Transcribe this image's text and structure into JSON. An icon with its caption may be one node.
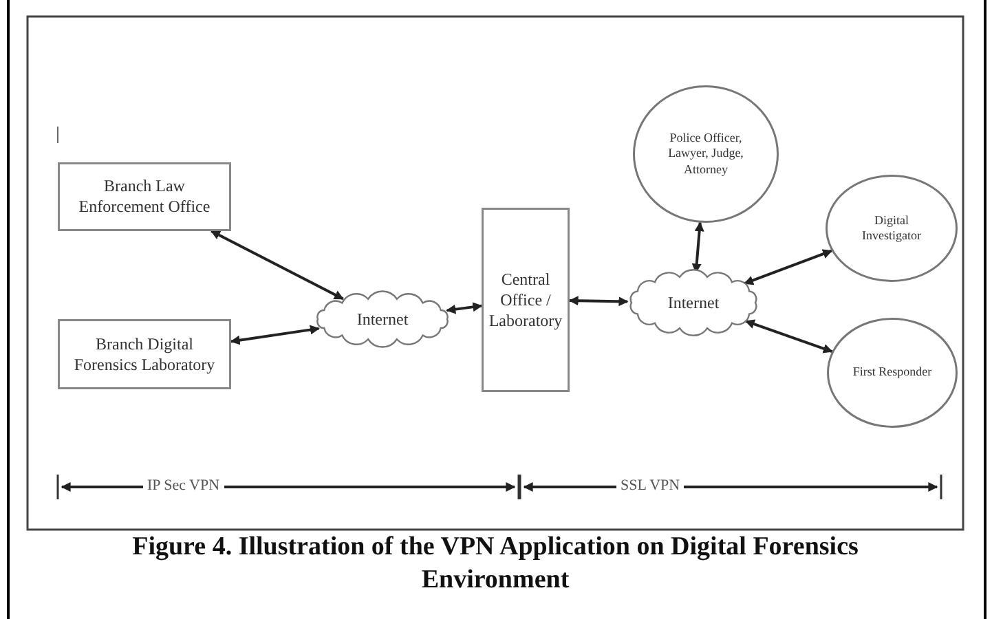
{
  "diagram": {
    "caption": "Figure 4. Illustration of the VPN Application on Digital Forensics Environment",
    "nodes": [
      {
        "text": [
          "Branch Law Enforcement Office"
        ]
      },
      {
        "text": [
          "Branch Digital Forensics Laboratory"
        ]
      },
      {
        "text": [
          "Internet"
        ]
      },
      {
        "text": [
          "Central Office / Laboratory"
        ]
      },
      {
        "text": [
          "Internet"
        ]
      },
      {
        "text": [
          "Police Officer, Lawyer, Judge, Attorney"
        ]
      },
      {
        "text": [
          "Digital Investigator"
        ]
      },
      {
        "text": [
          "First Responder"
        ]
      }
    ],
    "edges": [
      {
        "from": 0,
        "to": 2,
        "arrow": "both"
      },
      {
        "from": 1,
        "to": 2,
        "arrow": "both"
      },
      {
        "from": 2,
        "to": 3,
        "arrow": "both"
      },
      {
        "from": 3,
        "to": 4,
        "arrow": "both"
      },
      {
        "from": 4,
        "to": 5,
        "arrow": "both"
      },
      {
        "from": 4,
        "to": 6,
        "arrow": "both"
      },
      {
        "from": 4,
        "to": 7,
        "arrow": "both"
      }
    ],
    "labels": [
      "IP Sec VPN",
      "SSL VPN"
    ]
  }
}
